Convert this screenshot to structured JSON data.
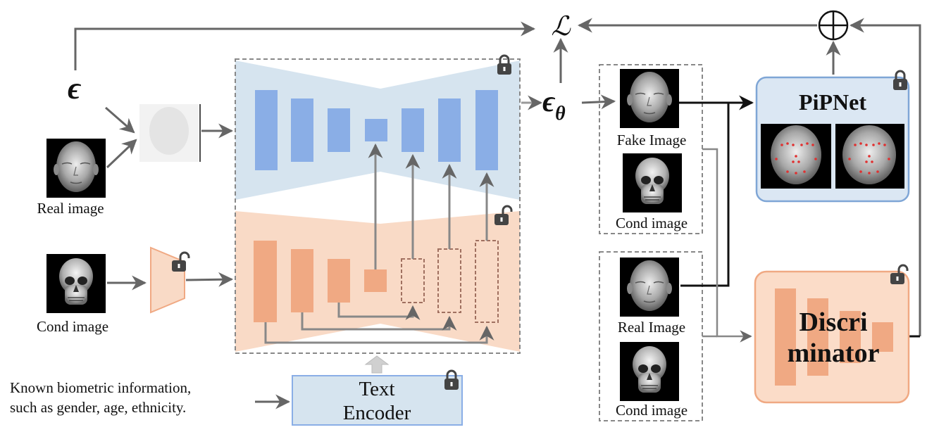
{
  "symbols": {
    "loss": "ℒ",
    "noise": "ϵ",
    "noise_pred_base": "ϵ",
    "noise_pred_sub": "θ",
    "sum": "⊕"
  },
  "inputs": {
    "real_image_label": "Real image",
    "cond_image_label": "Cond image",
    "biometric_line1": "Known biometric information,",
    "biometric_line2": "such as gender, age, ethnicity."
  },
  "text_encoder": {
    "line1": "Text",
    "line2": "Encoder"
  },
  "pipnet": {
    "title": "PiPNet"
  },
  "fake_group": {
    "fake_label": "Fake Image",
    "cond_label": "Cond image"
  },
  "real_group": {
    "real_label": "Real Image",
    "cond_label": "Cond image"
  },
  "discriminator": {
    "line1": "Discri",
    "line2": "minator"
  },
  "colors": {
    "unet_blue_bg": "#d6e4ef",
    "unet_blue_block": "#8aaee6",
    "control_orange_bg": "#f9dac6",
    "control_orange_block": "#f0a983",
    "pipnet_border": "#7fa6d6",
    "pipnet_bg": "#dbe7f3",
    "disc_bg": "#fbdcc8",
    "disc_border": "#f0a983",
    "text_encoder_bg": "#d6e4ef",
    "arrow_gray": "#666666"
  }
}
